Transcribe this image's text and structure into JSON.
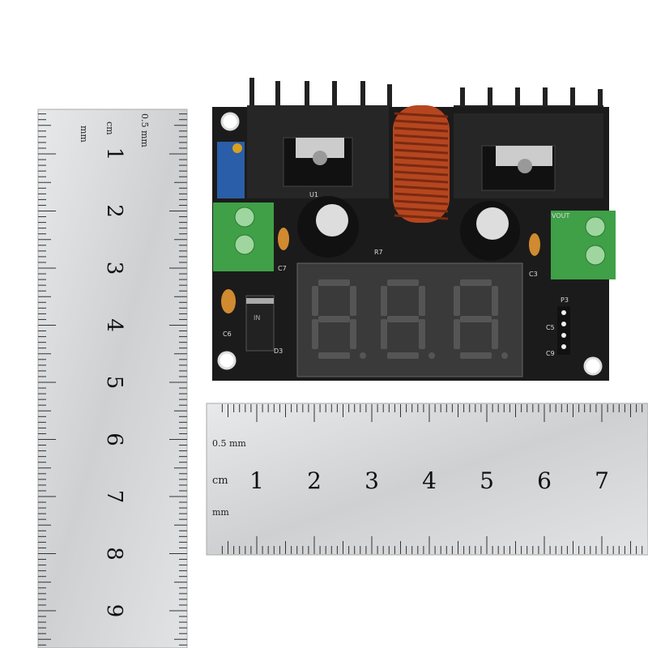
{
  "vertical_ruler": {
    "unit_top": "mm",
    "unit_cm": "cm",
    "half_mm": "0.5 mm",
    "numbers": [
      "1",
      "2",
      "3",
      "4",
      "5",
      "6",
      "7",
      "8",
      "9"
    ]
  },
  "horizontal_ruler": {
    "half_mm": "0.5 mm",
    "unit_cm": "cm",
    "unit_mm": "mm",
    "numbers": [
      "1",
      "2",
      "3",
      "4",
      "5",
      "6",
      "7"
    ]
  },
  "board": {
    "labels": [
      "U1",
      "C7",
      "C6",
      "D3",
      "R7",
      "C3",
      "P3",
      "C5",
      "C9",
      "VOUT",
      "IN"
    ],
    "display_digits": [
      "8.",
      "8.",
      "8."
    ],
    "colors": {
      "pcb": "#1b1b1b",
      "terminal": "#3fa047",
      "inductor": "#b5461f",
      "display": "#3a3a3a",
      "ruler": "#d9dadb"
    }
  }
}
